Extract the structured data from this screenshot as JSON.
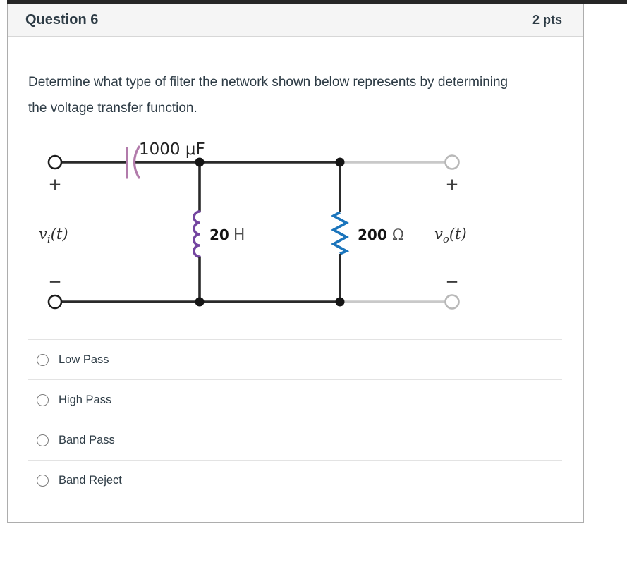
{
  "header": {
    "title": "Question 6",
    "points": "2 pts"
  },
  "question": {
    "text": "Determine what type of filter the network shown below represents by determining the voltage transfer function."
  },
  "circuit": {
    "capacitor_label": "1000 μF",
    "inductor_value": "20",
    "inductor_unit": "H",
    "resistor_value": "200",
    "resistor_unit": "Ω",
    "input_label": {
      "base": "v",
      "sub": "i",
      "suffix": "(t)"
    },
    "output_label": {
      "base": "v",
      "sub": "o",
      "suffix": "(t)"
    },
    "plus": "+",
    "minus": "−",
    "colors": {
      "capacitor": "#b27bab",
      "inductor": "#7445a0",
      "resistor": "#1b75bc",
      "wire": "#2a2a2a",
      "wire_inactive": "#c9c9c9"
    }
  },
  "options": [
    {
      "label": "Low Pass"
    },
    {
      "label": "High Pass"
    },
    {
      "label": "Band Pass"
    },
    {
      "label": "Band Reject"
    }
  ]
}
